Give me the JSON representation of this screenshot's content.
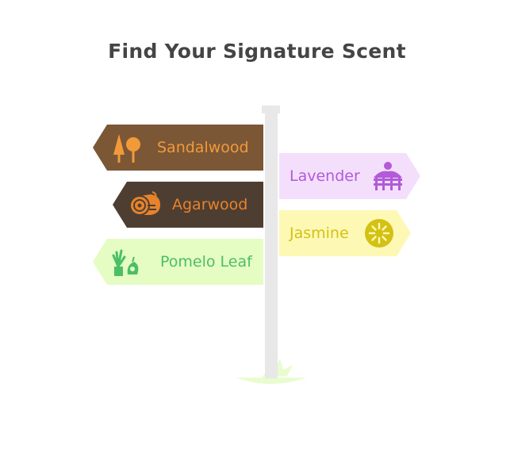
{
  "title": "Find Your Signature Scent",
  "signs": {
    "sandalwood": {
      "label": "Sandalwood",
      "icon": "trees-icon",
      "bg": "#7b5736",
      "text": "#f29a3a"
    },
    "agarwood": {
      "label": "Agarwood",
      "icon": "log-icon",
      "bg": "#4e3e31",
      "text": "#e7832c"
    },
    "pomelo": {
      "label": "Pomelo Leaf",
      "icon": "potted-plant-icon",
      "bg": "#e5fcc3",
      "text": "#4cbf64"
    },
    "lavender": {
      "label": "Lavender",
      "icon": "lavender-field-icon",
      "bg": "#f3dffc",
      "text": "#b25ad9"
    },
    "jasmine": {
      "label": "Jasmine",
      "icon": "citrus-slice-icon",
      "bg": "#fef8b5",
      "text": "#d3c113"
    }
  },
  "colors": {
    "pole": "#e8e8e8",
    "grass": "#e9fcd0",
    "title": "#454545"
  }
}
